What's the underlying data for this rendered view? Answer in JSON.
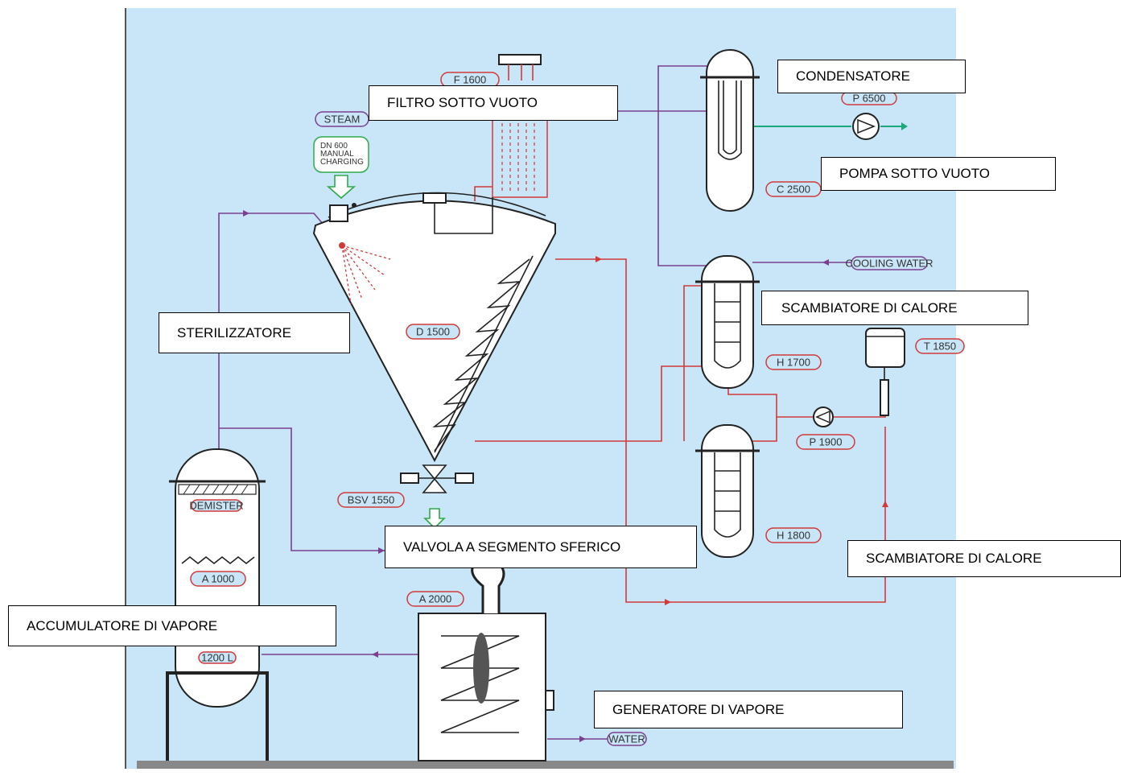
{
  "equipment_tags": {
    "f1600": "F 1600",
    "steam": "STEAM",
    "dn600": [
      "DN 600",
      "MANUAL",
      "CHARGING"
    ],
    "d1500": "D 1500",
    "bsv1550": "BSV 1550",
    "demister": "DEMISTER",
    "a1000": "A 1000",
    "v1200": "1200 L",
    "a2000": "A 2000",
    "water": "WATER",
    "p6500": "P 6500",
    "c2500": "C 2500",
    "cooling_water": "COOLING WATER",
    "h1700": "H 1700",
    "t1850": "T 1850",
    "p1900": "P 1900",
    "h1800": "H 1800"
  },
  "callouts": {
    "filtro": "FILTRO SOTTO VUOTO",
    "condensatore": "CONDENSATORE",
    "pompa": "POMPA SOTTO VUOTO",
    "scambiatore1": "SCAMBIATORE DI CALORE",
    "sterilizzatore": "STERILIZZATORE",
    "valvola": "VALVOLA A SEGMENTO SFERICO",
    "scambiatore2": "SCAMBIATORE DI CALORE",
    "accumulatore": "ACCUMULATORE DI VAPORE",
    "generatore": "GENERATORE DI VAPORE"
  },
  "colors": {
    "background": "#c8e6f7",
    "hot_line": "#d23a3a",
    "steam_line": "#7a3f8f",
    "cooling_line": "#1aa87a",
    "charging": "#2eaa4a"
  }
}
